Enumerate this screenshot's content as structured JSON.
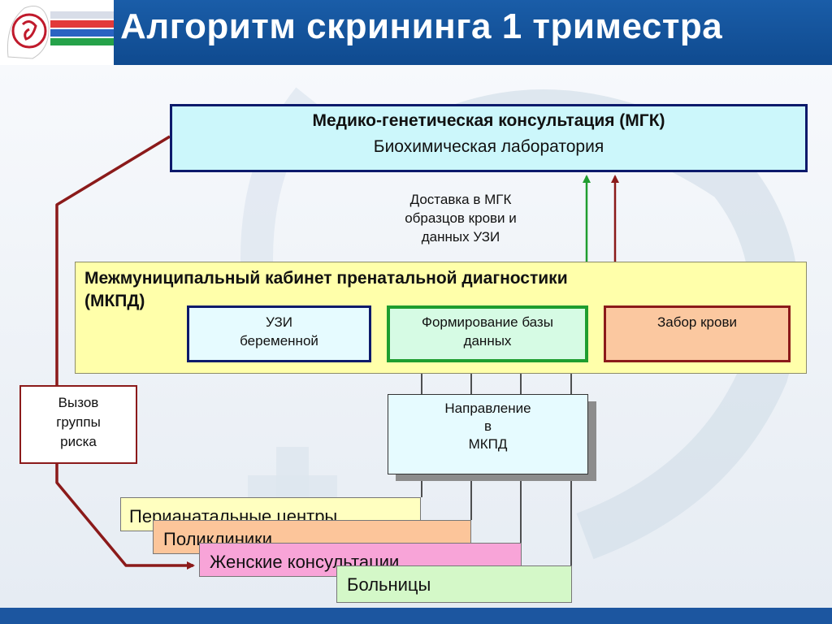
{
  "title": "Алгоритм скрининга 1 триместра",
  "mgk": {
    "line1": "Медико-генетическая консультация (МГК)",
    "line2": "Биохимическая лаборатория"
  },
  "delivery_note": [
    "Доставка в МГК",
    "образцов крови и",
    "данных УЗИ"
  ],
  "mkpd": {
    "line1": "Межмуниципальный кабинет пренатальной диагностики",
    "line2": "(МКПД)"
  },
  "uzi": [
    "УЗИ",
    "беременной"
  ],
  "db": [
    "Формирование базы",
    "данных"
  ],
  "blood": "Забор крови",
  "referral": [
    "Направление",
    "в",
    "МКПД"
  ],
  "risk_call": [
    "Вызов",
    "группы",
    "риска"
  ],
  "institutions": [
    "Перианатальные центры",
    "Поликлиники",
    "Женские консультации",
    "Больницы"
  ],
  "colors": {
    "navy": "#0c1a6b",
    "green": "#1f9d2f",
    "maroon": "#8b1a1a",
    "mgk_fill": "#ccf7fb",
    "mkpd_fill": "#ffffaa",
    "uzi_fill": "#e6fbff",
    "db_fill": "#d6fbe4",
    "blood_fill": "#fbc8a0",
    "perinatal_fill": "#ffffc0",
    "clinic_fill": "#fcc59a",
    "womens_fill": "#f8a4d8",
    "hospital_fill": "#d4f8c8"
  }
}
